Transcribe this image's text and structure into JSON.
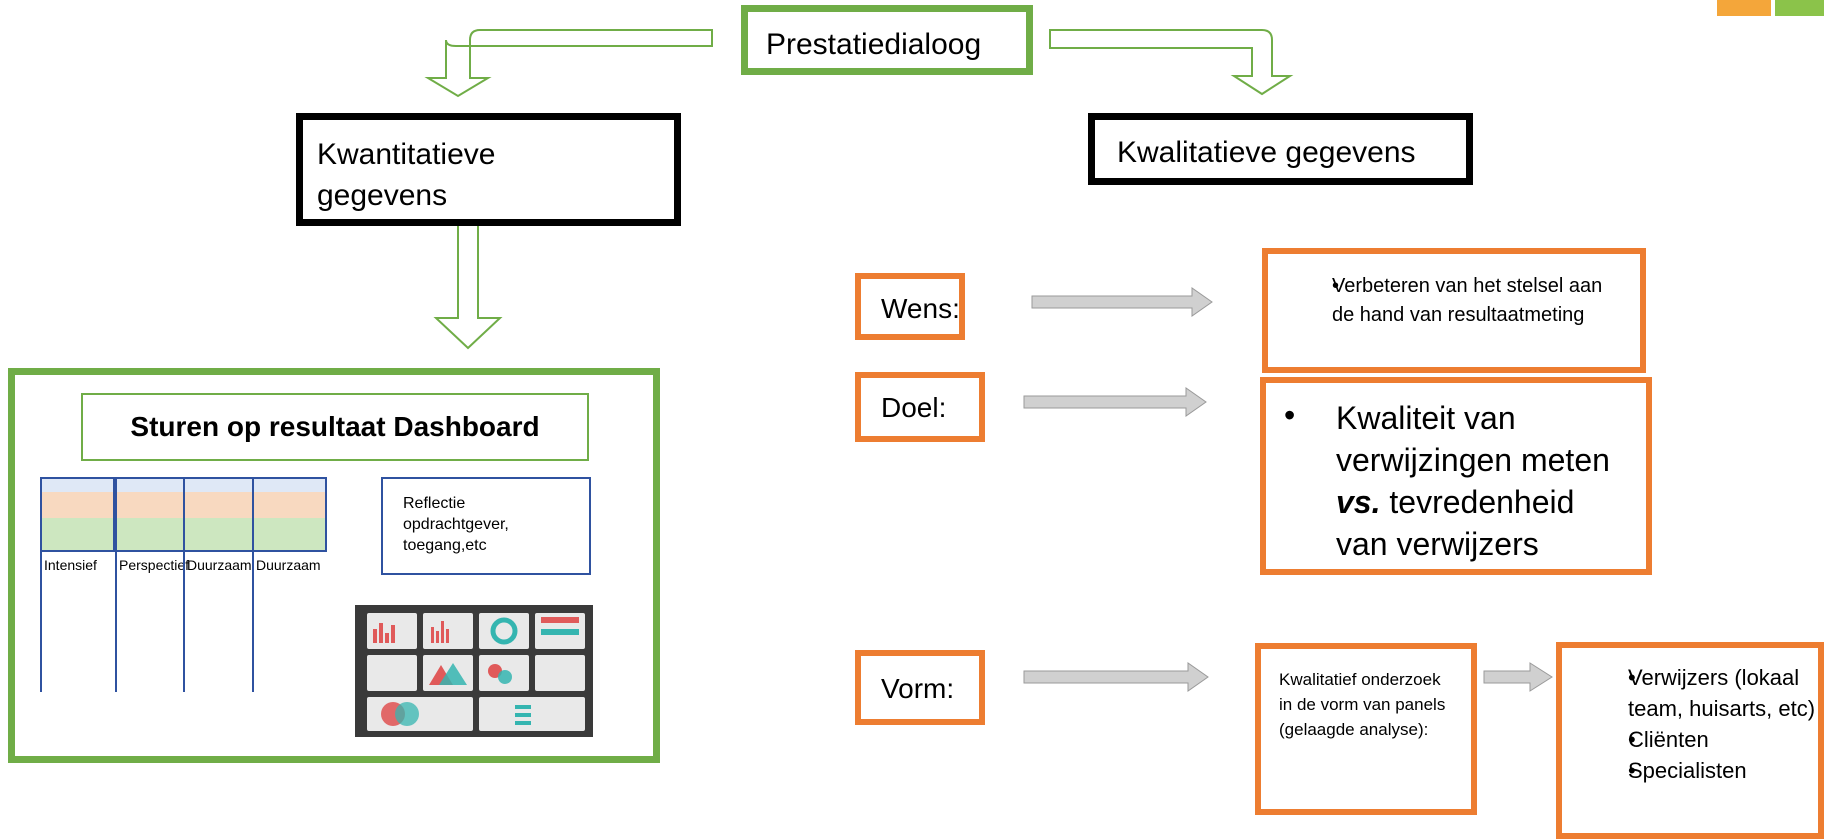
{
  "colors": {
    "green": "#70AD47",
    "orange": "#ED7D31",
    "black": "#000000",
    "blue": "#2F52A0",
    "arrow_gray": "#BFBFBF"
  },
  "icons": [
    "hollow-arrow-icon",
    "gray-arrow-icon",
    "bullet-icon",
    "dashboard-tiles-icon"
  ],
  "top": {
    "title": "Prestatiedialoog"
  },
  "quantitative": {
    "title": "Kwantitatieve gegevens",
    "dashboard": {
      "title": "Sturen op resultaat Dashboard",
      "columns": [
        "Intensief",
        "Perspectief",
        "Duurzaam",
        "Duurzaam"
      ],
      "reflection": "Reflectie opdrachtgever, toegang,etc"
    }
  },
  "qualitative": {
    "title": "Kwalitatieve gegevens",
    "wens": {
      "label": "Wens:",
      "bullets": [
        "Verbeteren van het stelsel aan de hand van resultaatmeting"
      ]
    },
    "doel": {
      "label": "Doel:",
      "line1": "Kwaliteit van",
      "line2": "verwijzingen meten",
      "vs": "vs.",
      "line3": " tevredenheid",
      "line4": "van verwijzers"
    },
    "vorm": {
      "label": "Vorm:",
      "method": "Kwalitatief onderzoek in de vorm van panels (gelaagde analyse):",
      "participants": [
        "Verwijzers (lokaal team, huisarts, etc)",
        "Cliënten",
        "Specialisten"
      ]
    }
  }
}
